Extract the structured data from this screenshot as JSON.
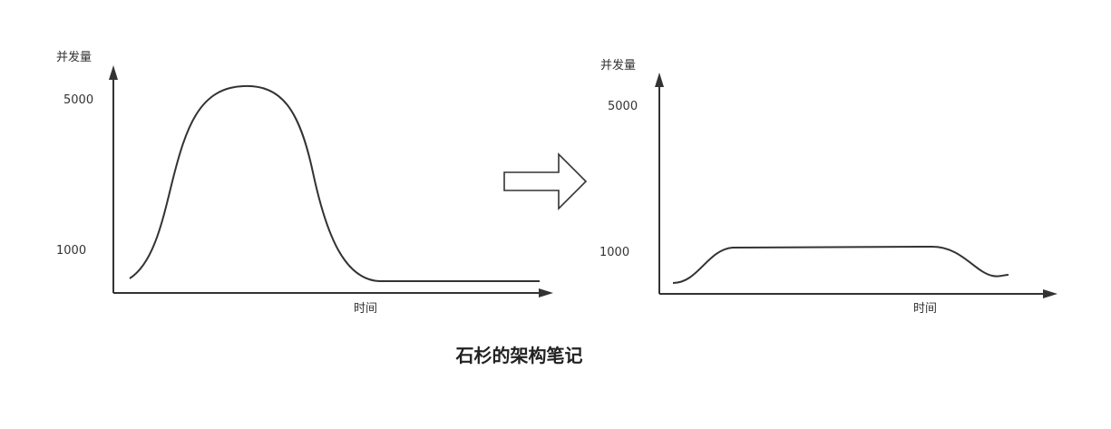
{
  "left_chart": {
    "y_label": "并发量",
    "tick_high": "5000",
    "tick_low": "1000",
    "x_label": "时间"
  },
  "right_chart": {
    "y_label": "并发量",
    "tick_high": "5000",
    "tick_low": "1000",
    "x_label": "时间"
  },
  "caption": "石杉的架构笔记",
  "colors": {
    "line": "#333333",
    "background": "#ffffff"
  },
  "icons": {
    "transition": "right-arrow-icon"
  }
}
